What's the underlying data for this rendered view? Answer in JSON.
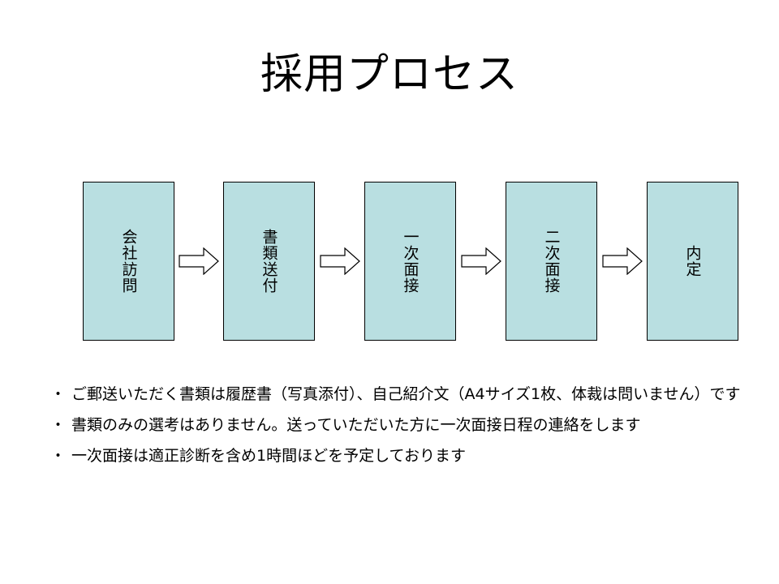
{
  "slide": {
    "title": "採用プロセス"
  },
  "process": {
    "steps": [
      {
        "label": "会社訪問"
      },
      {
        "label": "書類送付"
      },
      {
        "label": "一次面接"
      },
      {
        "label": "二次面接"
      },
      {
        "label": "内定"
      }
    ]
  },
  "notes": {
    "bullet": "・",
    "items": [
      "ご郵送いただく書類は履歴書（写真添付）、自己紹介文（A4サイズ1枚、体裁は問いません）です",
      "書類のみの選考はありません。送っていただいた方に一次面接日程の連絡をします",
      "一次面接は適正診断を含め1時間ほどを予定しております"
    ]
  },
  "colors": {
    "box_fill": "#b9dfe1",
    "box_border": "#000000",
    "background": "#ffffff"
  },
  "icons": [
    "right-arrow-icon"
  ]
}
